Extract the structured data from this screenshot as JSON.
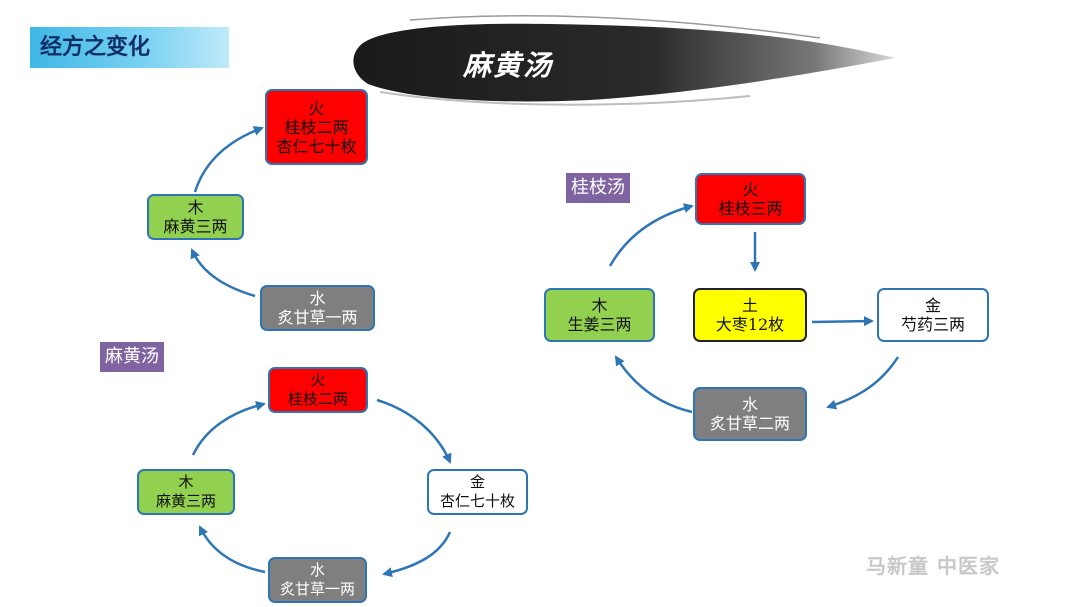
{
  "slide": {
    "title": "经方之变化",
    "brush_title": "麻黄汤"
  },
  "diagram1": {
    "fire": {
      "element": "火",
      "lines": [
        "桂枝二两",
        "杏仁七十枚"
      ]
    },
    "wood": {
      "element": "木",
      "lines": [
        "麻黄三两"
      ]
    },
    "water": {
      "element": "水",
      "lines": [
        "炙甘草一两"
      ]
    }
  },
  "diagram2": {
    "tag": "麻黄汤",
    "fire": {
      "element": "火",
      "lines": [
        "桂枝二两"
      ]
    },
    "wood": {
      "element": "木",
      "lines": [
        "麻黄三两"
      ]
    },
    "metal": {
      "element": "金",
      "lines": [
        "杏仁七十枚"
      ]
    },
    "water": {
      "element": "水",
      "lines": [
        "炙甘草一两"
      ]
    }
  },
  "diagram3": {
    "tag": "桂枝汤",
    "fire": {
      "element": "火",
      "lines": [
        "桂枝三两"
      ]
    },
    "earth": {
      "element": "土",
      "lines": [
        "大枣12枚"
      ]
    },
    "wood": {
      "element": "木",
      "lines": [
        "生姜三两"
      ]
    },
    "metal": {
      "element": "金",
      "lines": [
        "芍药三两"
      ]
    },
    "water": {
      "element": "水",
      "lines": [
        "炙甘草二两"
      ]
    }
  },
  "watermark": "马新童 中医家",
  "colors": {
    "fire": "#ff0000",
    "wood": "#92d050",
    "water": "#7f7f7f",
    "metal": "#ffffff",
    "earth": "#ffff00",
    "arrow": "#2e75b6",
    "tag": "#8064a2",
    "title_bg": "#3fb7e6",
    "title_text": "#0f2f66"
  }
}
